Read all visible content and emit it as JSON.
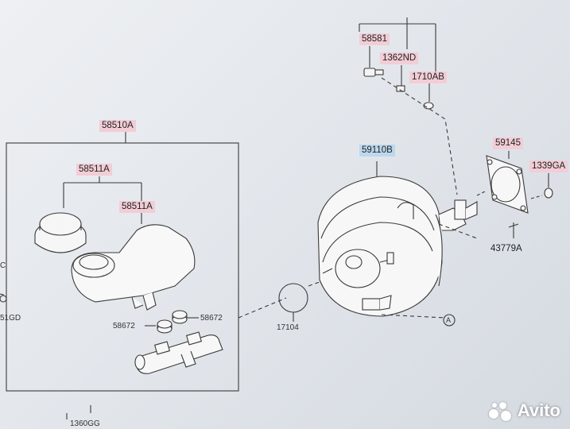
{
  "labels": {
    "l58581": "58581",
    "l1362ND": "1362ND",
    "l1710AB": "1710AB",
    "l58510A": "58510A",
    "l58511A_top": "58511A",
    "l58511A_mid": "58511A",
    "l59110B": "59110B",
    "l59145": "59145",
    "l1339GA": "1339GA",
    "l43779A": "43779A",
    "l58672_right": "58672",
    "l58672_left": "58672",
    "l17104": "17104",
    "lA": "A",
    "l51GD": "51GD",
    "lC": "C",
    "l1360GG": "1360GG"
  },
  "watermark": "Avito",
  "colors": {
    "pink_highlight": "#f2cdd6",
    "blue_highlight": "#bcd8ee",
    "line": "#333333"
  }
}
